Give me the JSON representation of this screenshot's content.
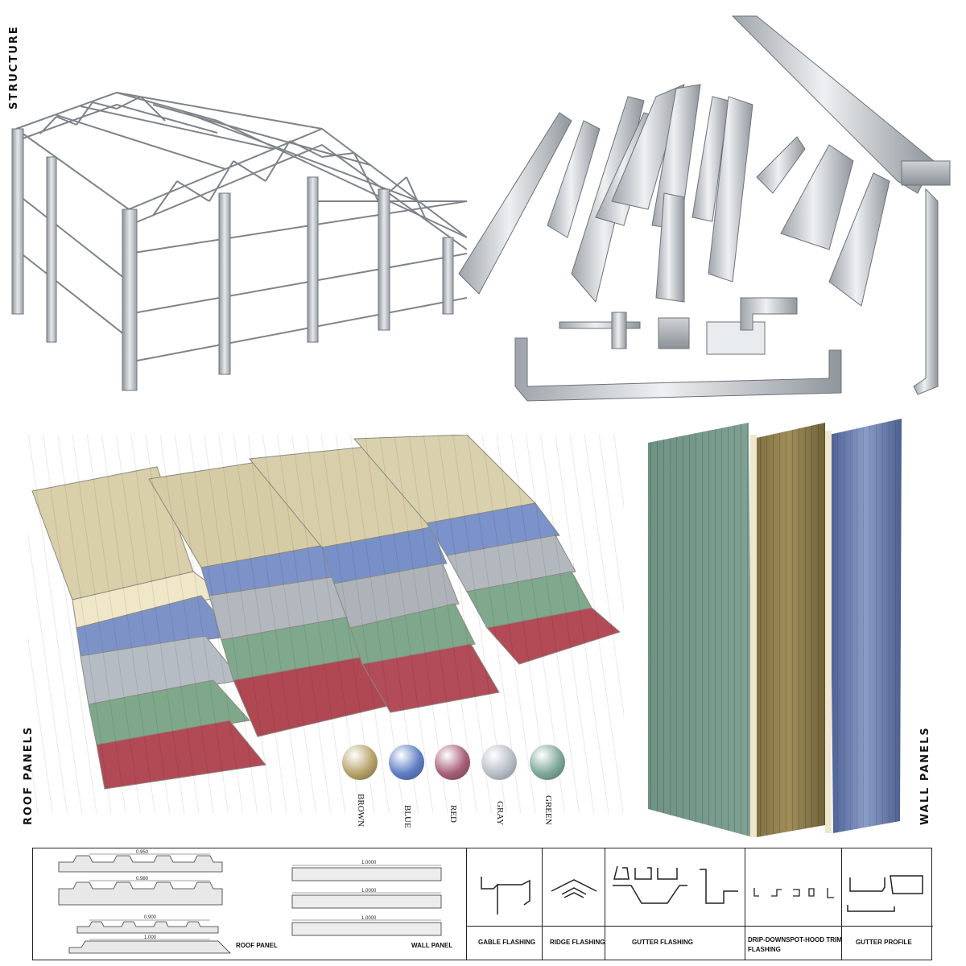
{
  "labels": {
    "structure": "STRUCTURE",
    "roof_panels": "ROOF PANELS",
    "wall_panels": "WALL PANELS"
  },
  "colors": {
    "names": [
      "BROWN",
      "BLUE",
      "RED",
      "GRAY",
      "GREEN"
    ],
    "hex": [
      "#b7a36a",
      "#5f7fc4",
      "#a8607a",
      "#b8bec6",
      "#7fa899"
    ]
  },
  "table": {
    "roof_dims": [
      "0.950",
      "0.980",
      "0.900",
      "1.000"
    ],
    "wall_dims": [
      "1.0000",
      "1.0000",
      "1.0000"
    ],
    "captions": {
      "roof_panel": "ROOF PANEL",
      "wall_panel": "WALL PANEL",
      "gable_flashing": "GABLE FLASHING",
      "ridge_flashing": "RIDGE FLASHING",
      "gutter_flashing": "GUTTER FLASHING",
      "drip_flashing_line1": "DRIP-DOWNSPOT-HOOD TRIM",
      "drip_flashing_line2": "FLASHING",
      "gutter_profile": "GUTTER PROFILE"
    }
  }
}
